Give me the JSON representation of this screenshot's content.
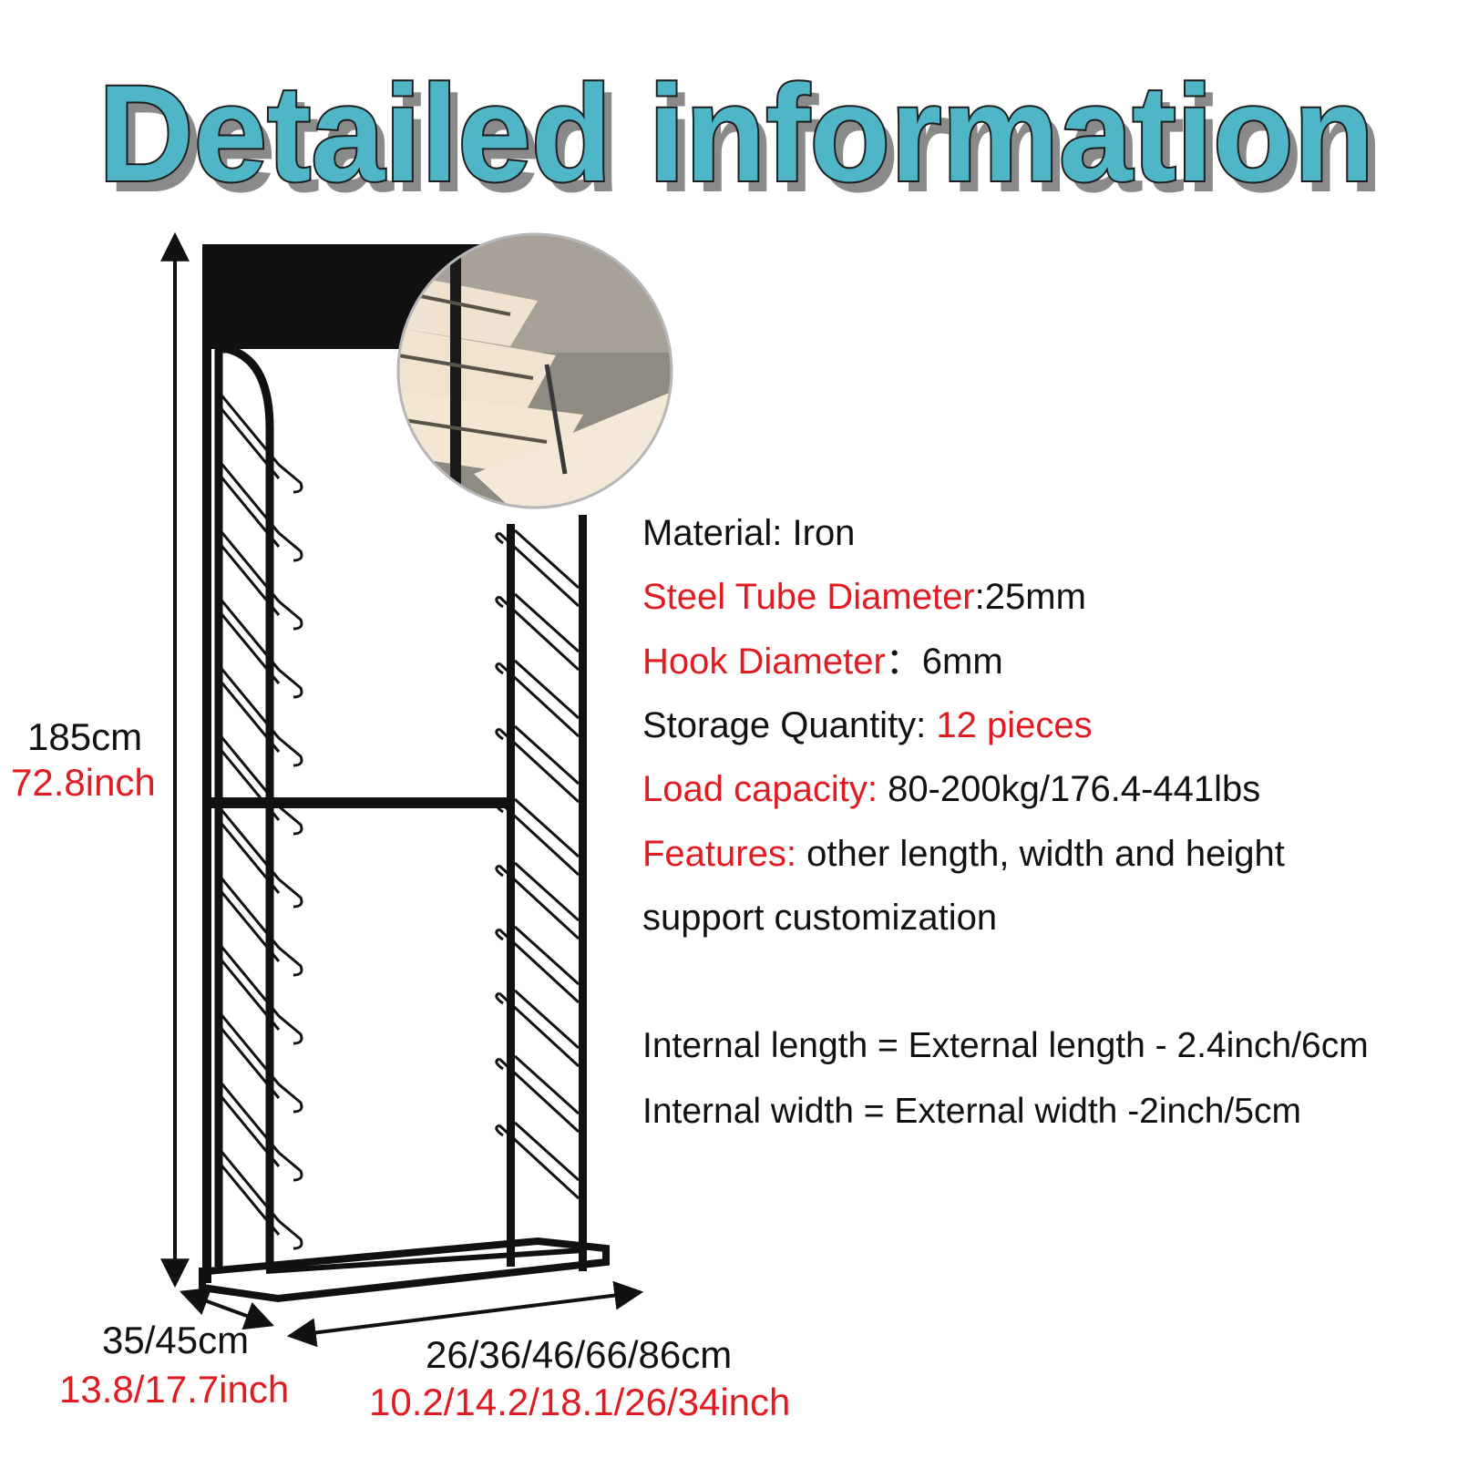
{
  "title": "Detailed information",
  "colors": {
    "title_fill": "#4fb6c8",
    "title_shadow": "#8a8a8a",
    "accent_red": "#e01b22",
    "text": "#111111"
  },
  "dimensions": {
    "height_cm": "185cm",
    "height_inch": "72.8inch",
    "depth_cm": "35/45cm",
    "depth_inch": "13.8/17.7inch",
    "width_cm": "26/36/46/66/86cm",
    "width_inch": "10.2/14.2/18.1/26/34inch"
  },
  "specs": {
    "material_label": "Material:",
    "material_value": " Iron",
    "tube_label": "Steel Tube Diameter",
    "tube_value": ":25mm",
    "hook_label": "Hook Diameter",
    "hook_value": "：6mm",
    "storage_label": "Storage Quantity: ",
    "storage_value": "12 pieces",
    "load_label": "Load capacity:",
    "load_value": " 80-200kg/176.4-441lbs",
    "features_label": "Features:",
    "features_value": " other length, width and height",
    "features_value2": "support customization",
    "internal_length": "Internal length = External length - 2.4inch/6cm",
    "internal_width": "Internal width = External width -2inch/5cm"
  }
}
